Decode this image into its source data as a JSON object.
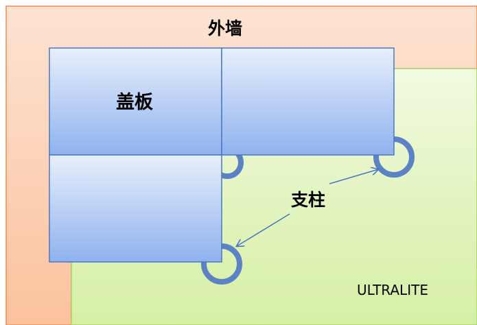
{
  "diagram": {
    "outer_wall_label": "外墙",
    "cover_plate_label": "盖板",
    "pillar_label": "支柱",
    "ultralite_label": "ULTRALITE"
  },
  "colors": {
    "outer_wall_fill": "#FBD0B4",
    "outer_wall_stroke": "#F08A4B",
    "ultralite_fill_top": "#EEF8D8",
    "ultralite_fill_bottom": "#D5EDA0",
    "ultralite_stroke": "#9BC84E",
    "panel_fill_top": "#E6EEFB",
    "panel_fill_bottom": "#91B3EE",
    "panel_stroke": "#4A78C0",
    "pillar_stroke": "#5A82C4",
    "arrow_color": "#4A78C0"
  }
}
